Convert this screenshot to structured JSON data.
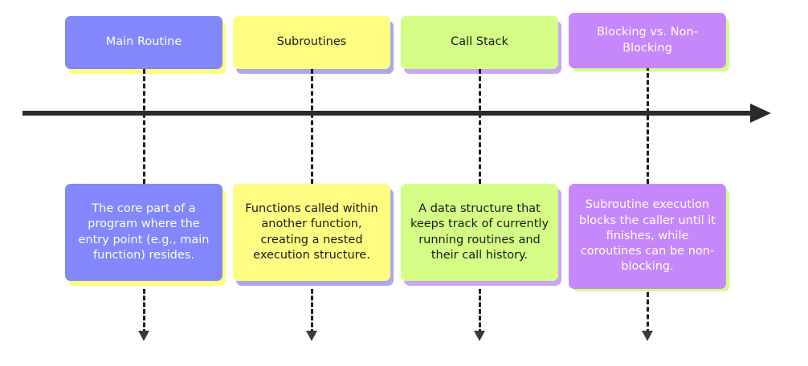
{
  "diagram": {
    "type": "horizontal-timeline",
    "orientation": "left-to-right",
    "axis": {
      "name": "timeline-axis",
      "color": "#2b2b2b",
      "arrow_direction": "right"
    },
    "palette": {
      "blue_violet": "#8287fb",
      "yellow": "#fdfd81",
      "light_green": "#d4fd86",
      "purple": "#c687fb",
      "axis": "#2b2b2b",
      "connector": "#1c1c1c"
    },
    "columns": [
      {
        "id": "main-routine",
        "title": "Main Routine",
        "description": "The core part of a program where the entry point (e.g., main function) resides.",
        "fill": "#8287fb",
        "shadow": "#fdfd81",
        "title_color": "#ffffff",
        "description_color": "#ffffff"
      },
      {
        "id": "subroutines",
        "title": "Subroutines",
        "description": "Functions called within another function, creating a nested execution structure.",
        "fill": "#fdfd81",
        "shadow": "#a9a9e8",
        "title_color": "#1a1a1a",
        "description_color": "#1a1a1a"
      },
      {
        "id": "call-stack",
        "title": "Call Stack",
        "description": "A data structure that keeps track of currently running routines and their call history.",
        "fill": "#d4fd86",
        "shadow": "#c9a8f0",
        "title_color": "#1a1a1a",
        "description_color": "#1a1a1a"
      },
      {
        "id": "blocking-vs-non-blocking",
        "title": "Blocking vs. Non-Blocking",
        "description": "Subroutine execution blocks the caller until it finishes, while coroutines can be non-blocking.",
        "fill": "#c687fb",
        "shadow": "#d4fd86",
        "title_color": "#ffffff",
        "description_color": "#ffffff"
      }
    ]
  }
}
